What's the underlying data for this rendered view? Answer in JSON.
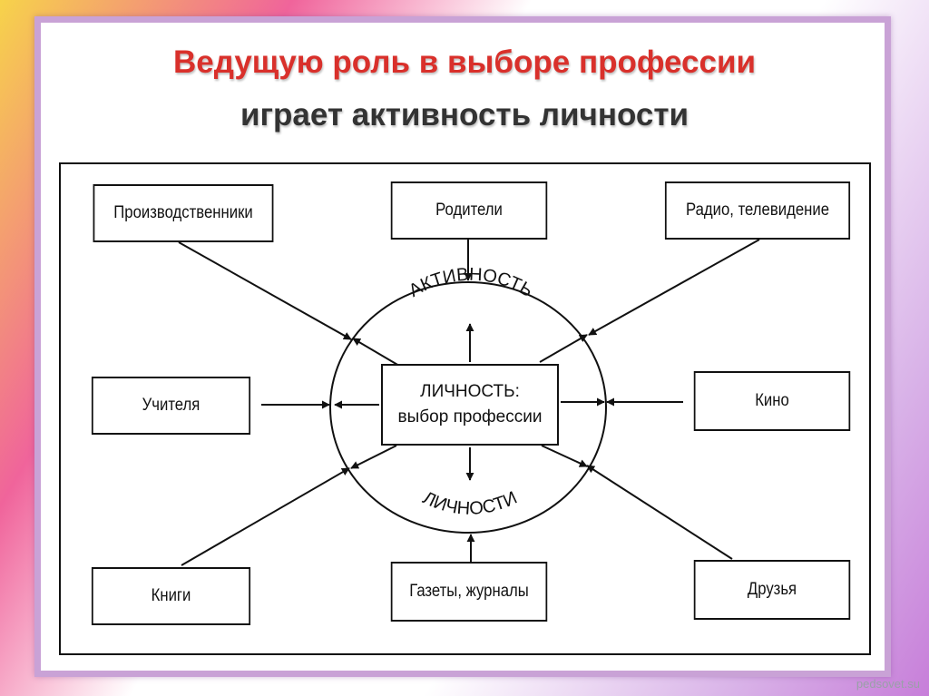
{
  "title": {
    "line1": "Ведущую роль в выборе профессии",
    "line2": "играет активность личности"
  },
  "diagram": {
    "center_line1": "ЛИЧНОСТЬ:",
    "center_line2": "выбор профессии",
    "arc_top": "АКТИВНОСТЬ",
    "arc_bottom": "ЛИЧНОСТИ",
    "nodes": [
      "Производственники",
      "Родители",
      "Радио, телевидение",
      "Учителя",
      "Кино",
      "Книги",
      "Газеты, журналы",
      "Друзья"
    ]
  },
  "watermark": "pedsovet.su"
}
